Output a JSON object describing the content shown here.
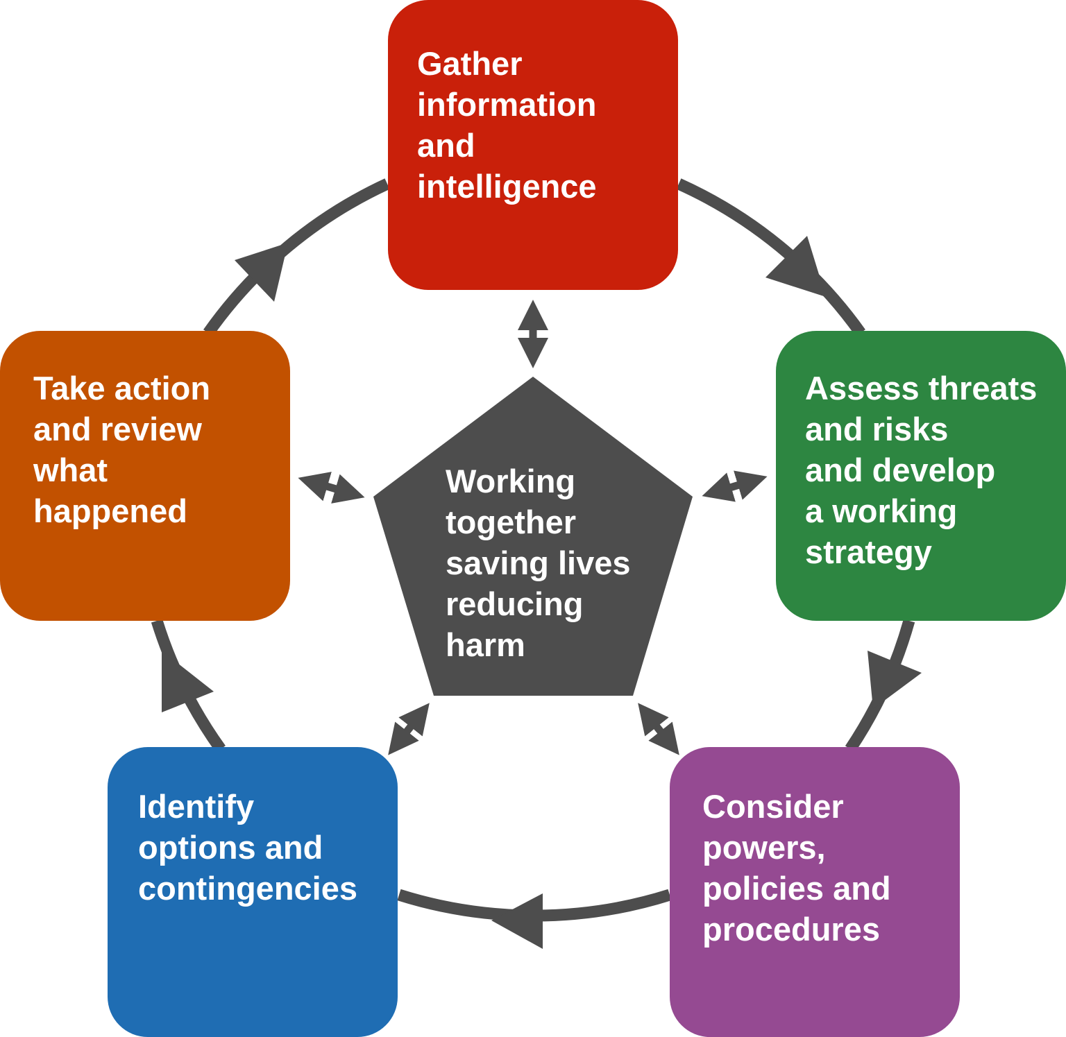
{
  "center": {
    "text": "Working\ntogether\nsaving lives\nreducing\nharm",
    "color": "#4d4d4d"
  },
  "steps": [
    {
      "id": "gather",
      "label": "Gather\ninformation\nand\nintelligence",
      "color": "#c9200a"
    },
    {
      "id": "assess",
      "label": "Assess threats\nand risks\nand develop\na working\nstrategy",
      "color": "#2d8641"
    },
    {
      "id": "consider",
      "label": "Consider\npowers,\npolicies and\nprocedures",
      "color": "#954a92"
    },
    {
      "id": "identify",
      "label": "Identify\noptions and\ncontingencies",
      "color": "#1f6db3"
    },
    {
      "id": "take",
      "label": "Take action\nand review\nwhat\nhappened",
      "color": "#c25100"
    }
  ],
  "cycle_direction": "clockwise",
  "connector_color": "#4d4d4d"
}
